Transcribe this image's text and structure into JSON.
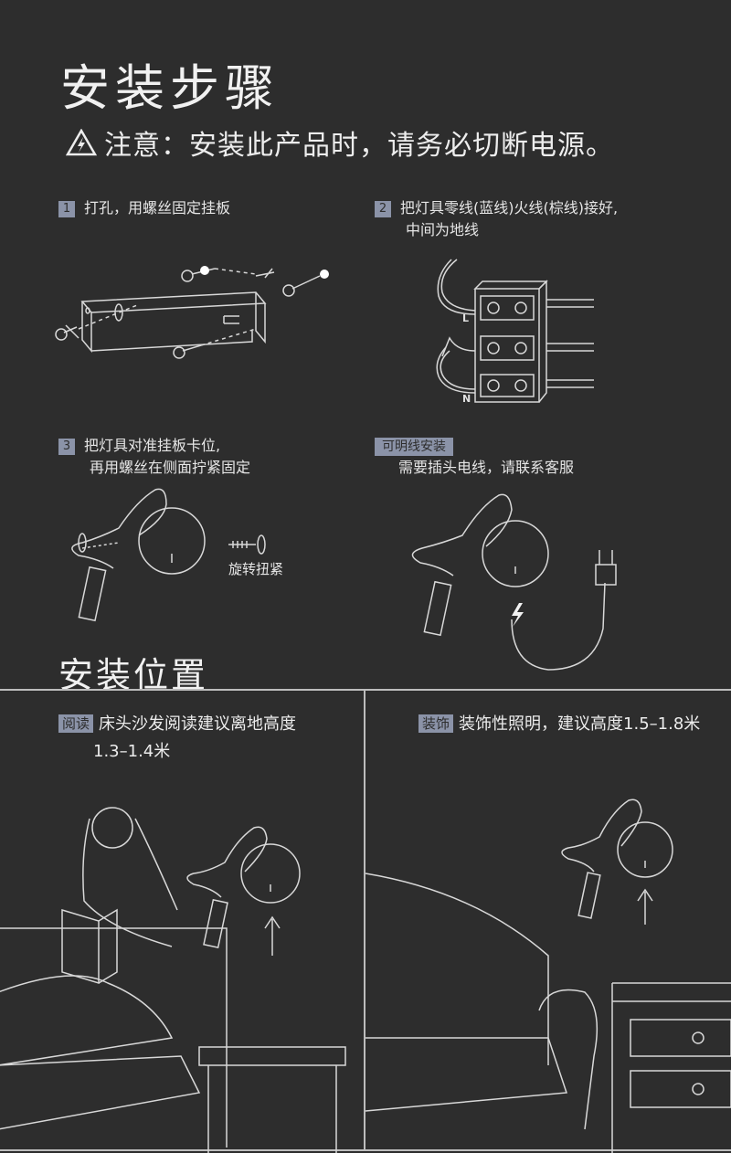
{
  "title": "安装步骤",
  "warning": "注意：安装此产品时，请务必切断电源。",
  "steps": [
    {
      "num": "1",
      "line1": "打孔，用螺丝固定挂板"
    },
    {
      "num": "2",
      "line1": "把灯具零线(蓝线)火线(棕线)接好,",
      "line2": "中间为地线"
    },
    {
      "num": "3",
      "line1": "把灯具对准挂板卡位,",
      "line2": "再用螺丝在侧面拧紧固定",
      "note": "旋转扭紧"
    }
  ],
  "alt_install": {
    "tag": "可明线安装",
    "text": "需要插头电线，请联系客服"
  },
  "wire_labels": {
    "live": "L",
    "neutral": "N"
  },
  "section2_title": "安装位置",
  "reading": {
    "tag": "阅读",
    "line1": "床头沙发阅读建议离地高度",
    "line2": "1.3–1.4米"
  },
  "decor": {
    "tag": "装饰",
    "line1": "装饰性照明，建议高度1.5–1.8米"
  },
  "colors": {
    "background": "#2d2d2d",
    "tag": "#8b93a8",
    "line": "#d8d8d8"
  }
}
